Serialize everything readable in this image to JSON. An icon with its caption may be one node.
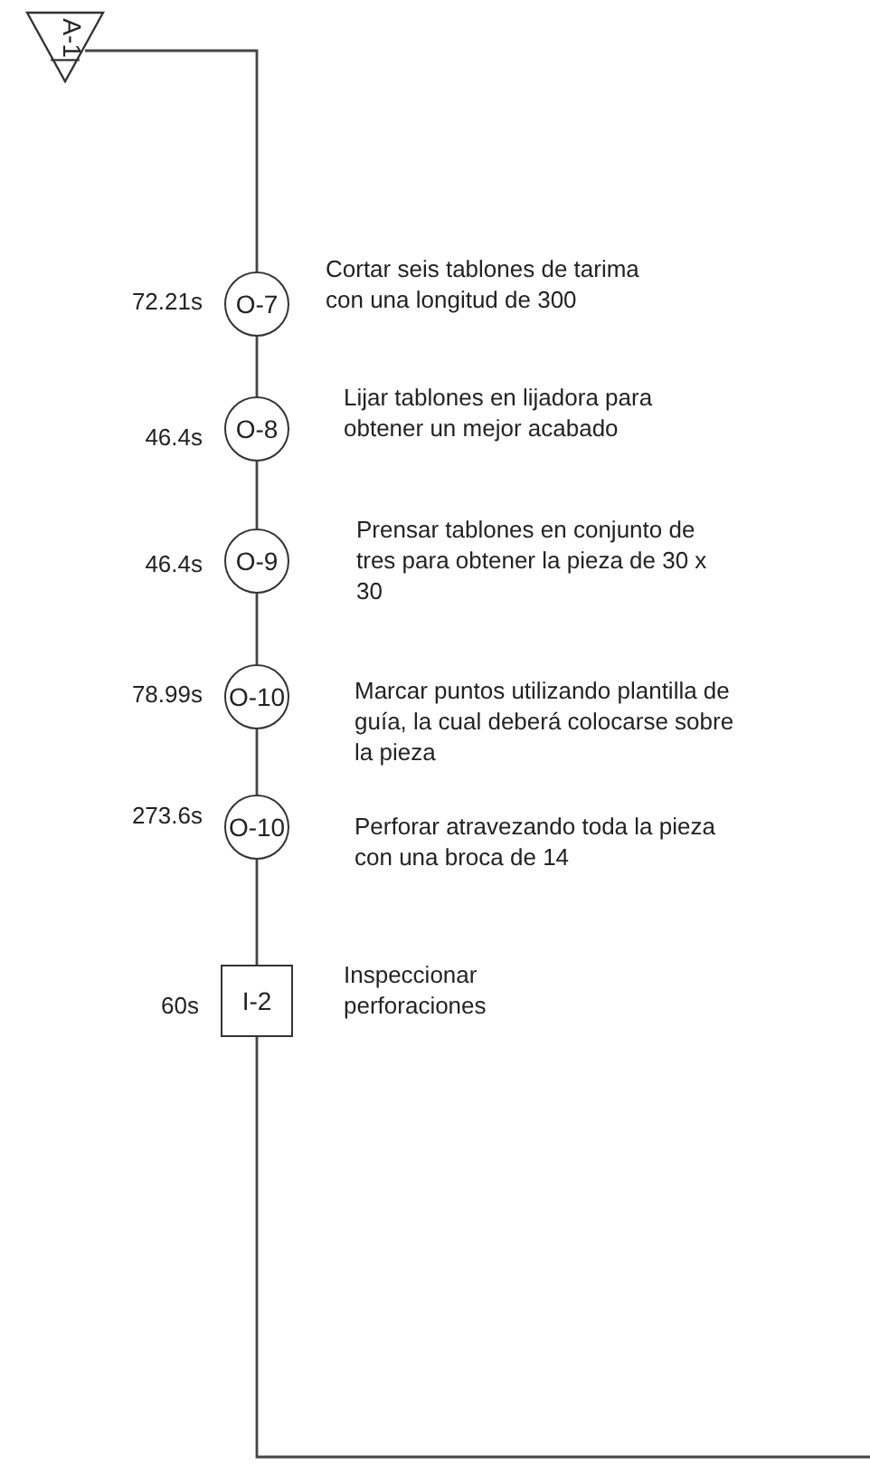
{
  "diagram": {
    "nodes": [
      {
        "text": [
          "A-1"
        ]
      },
      {
        "text": [
          "O-7"
        ],
        "beside": [
          "72.21s",
          "Cortar seis tablones de tarima con una longitud de 300"
        ]
      },
      {
        "text": [
          "O-8"
        ],
        "beside": [
          "46.4s",
          "Lijar tablones en lijadora para obtener un mejor acabado"
        ]
      },
      {
        "text": [
          "O-9"
        ],
        "beside": [
          "46.4s",
          "Prensar tablones en conjunto de tres para obtener la pieza de 30 x 30"
        ]
      },
      {
        "text": [
          "O-10"
        ],
        "beside": [
          "78.99s",
          "Marcar puntos utilizando plantilla de guía, la cual deberá colocarse sobre la pieza"
        ]
      },
      {
        "text": [
          "O-10"
        ],
        "beside": [
          "273.6s",
          "Perforar atravezando toda la pieza con una broca de 14"
        ]
      },
      {
        "text": [
          "I-2"
        ],
        "beside": [
          "60s",
          "Inspeccionar perforaciones"
        ]
      }
    ],
    "edges": [
      {
        "from": 0,
        "to": 1,
        "arrow": "none"
      },
      {
        "from": 1,
        "to": 2,
        "arrow": "none"
      },
      {
        "from": 2,
        "to": 3,
        "arrow": "none"
      },
      {
        "from": 3,
        "to": 4,
        "arrow": "none"
      },
      {
        "from": 4,
        "to": 5,
        "arrow": "none"
      },
      {
        "from": 5,
        "to": 6,
        "arrow": "none"
      },
      {
        "from": 6,
        "to": null,
        "arrow": "none"
      }
    ]
  }
}
